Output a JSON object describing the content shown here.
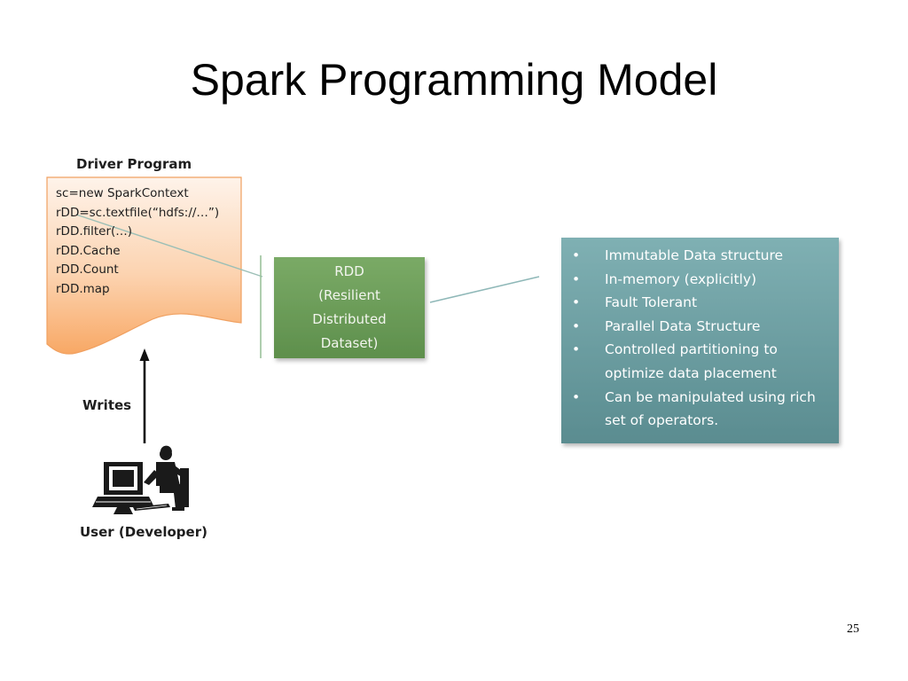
{
  "slide": {
    "title": "Spark Programming Model",
    "page_number": "25"
  },
  "driver_program": {
    "title": "Driver Program",
    "code_lines": [
      "sc=new SparkContext",
      "rDD=sc.textfile(“hdfs://…”)",
      "rDD.filter(…)",
      "rDD.Cache",
      "rDD.Count",
      "rDD.map"
    ]
  },
  "rdd_box": {
    "lines": [
      "RDD",
      "(Resilient",
      "Distributed",
      "Dataset)"
    ]
  },
  "properties": {
    "bullets": [
      "Immutable Data structure",
      "In-memory (explicitly)",
      "Fault Tolerant",
      "Parallel Data Structure",
      "Controlled partitioning to optimize data placement",
      "Can be manipulated using rich set of operators."
    ]
  },
  "user": {
    "writes_label": "Writes",
    "label": "User (Developer)"
  },
  "colors": {
    "document_fill_top": "#fde9d9",
    "document_fill_bottom": "#f9b27c",
    "document_border": "#f4a460",
    "rdd_box": "#6fa05a",
    "properties_box": "#6b9da0",
    "connector": "#8fb8b8"
  }
}
